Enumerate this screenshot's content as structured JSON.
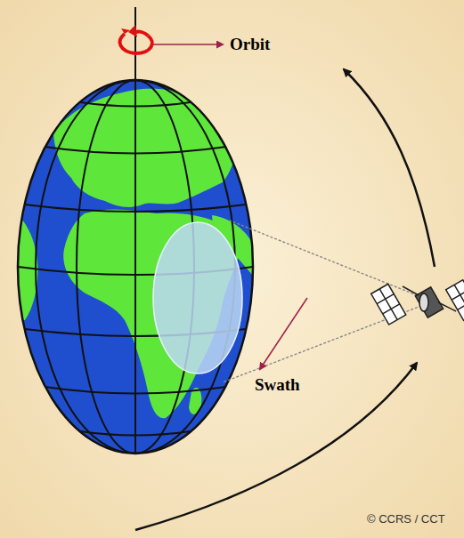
{
  "diagram": {
    "labels": [
      "Orbit",
      "Swath",
      "© CCRS / CCT"
    ]
  }
}
